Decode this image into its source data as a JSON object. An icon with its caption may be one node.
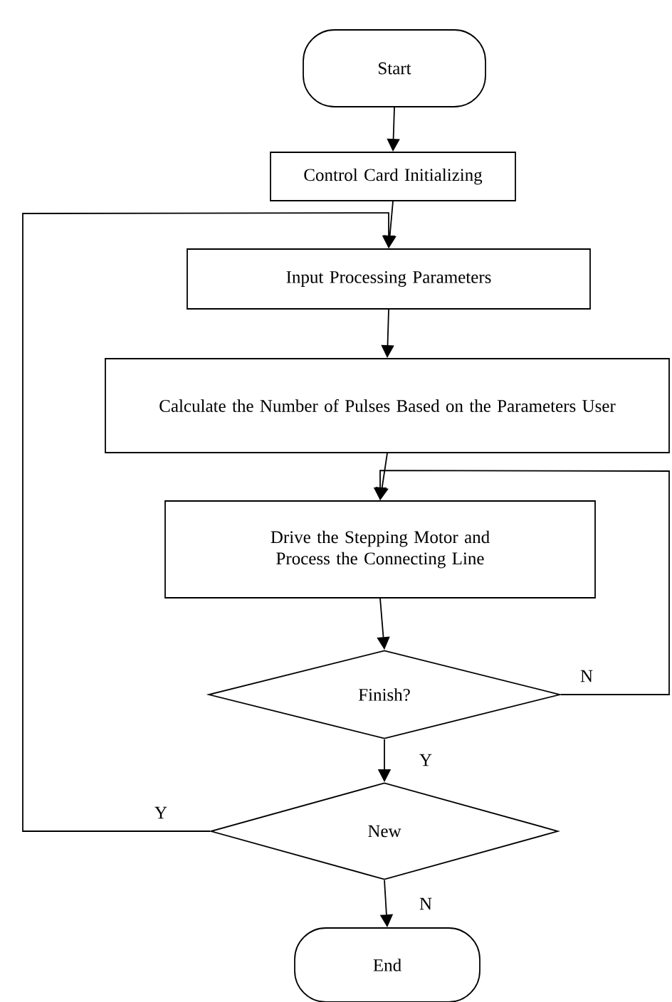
{
  "diagram": {
    "nodes": [
      {
        "text": [
          "Start"
        ]
      },
      {
        "text": [
          "Control Card Initializing"
        ]
      },
      {
        "text": [
          "Input Processing Parameters"
        ]
      },
      {
        "text": [
          "Calculate the Number of Pulses Based on the Parameters User"
        ]
      },
      {
        "text": [
          "Drive the Stepping Motor and Process the Connecting Line"
        ]
      },
      {
        "text": [
          "Finish?"
        ]
      },
      {
        "text": [
          "New"
        ]
      },
      {
        "text": [
          "End"
        ]
      }
    ],
    "edges": [
      {
        "from": 0,
        "to": 1,
        "arrow": "to"
      },
      {
        "from": 1,
        "to": 2,
        "arrow": "to"
      },
      {
        "from": 2,
        "to": 3,
        "arrow": "to"
      },
      {
        "from": 3,
        "to": 4,
        "arrow": "to"
      },
      {
        "from": 4,
        "to": 5,
        "arrow": "to"
      },
      {
        "from": 5,
        "to": 6,
        "arrow": "to",
        "label": "Y"
      },
      {
        "from": 5,
        "to": 4,
        "arrow": "to",
        "label": "N"
      },
      {
        "from": 6,
        "to": 7,
        "arrow": "to",
        "label": "N"
      },
      {
        "from": 6,
        "to": 2,
        "arrow": "to",
        "label": "Y"
      }
    ]
  }
}
